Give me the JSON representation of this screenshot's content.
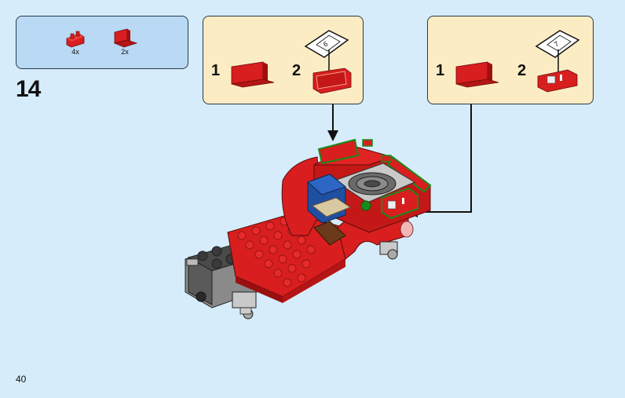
{
  "parts_list": [
    {
      "qty": "4x",
      "color": "#d81e1e",
      "icon": "plate-1x2-clip-icon"
    },
    {
      "qty": "2x",
      "color": "#d81e1e",
      "icon": "bracket-1x2-icon"
    }
  ],
  "step": {
    "number": "14"
  },
  "callouts": [
    {
      "steps": [
        {
          "number": "1"
        },
        {
          "number": "2"
        }
      ],
      "sticker_number": "6"
    },
    {
      "steps": [
        {
          "number": "1"
        },
        {
          "number": "2"
        }
      ],
      "sticker_number": "7"
    }
  ],
  "page": {
    "number": "40"
  },
  "colors": {
    "background": "#d6ecfa",
    "callout": "#fcecc4",
    "parts": "#b9d9f4",
    "brick_red": "#d81e1e"
  }
}
